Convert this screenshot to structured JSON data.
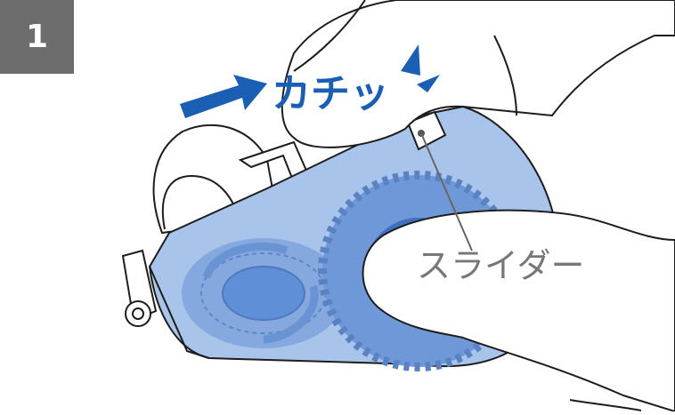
{
  "step": {
    "number": "1"
  },
  "sound_effect": "カチッ",
  "callout": {
    "label": "スライダー"
  },
  "colors": {
    "badge": "#6d6d6d",
    "sound_effect": "#1b5fb4",
    "body_fill": "#a9c4ea",
    "body_dark": "#7fa4dc",
    "outline": "#1d1d1d",
    "label": "#777777"
  },
  "icons": {
    "click_motion": "arrow-right-icon",
    "impact": "burst-marks-icon"
  }
}
